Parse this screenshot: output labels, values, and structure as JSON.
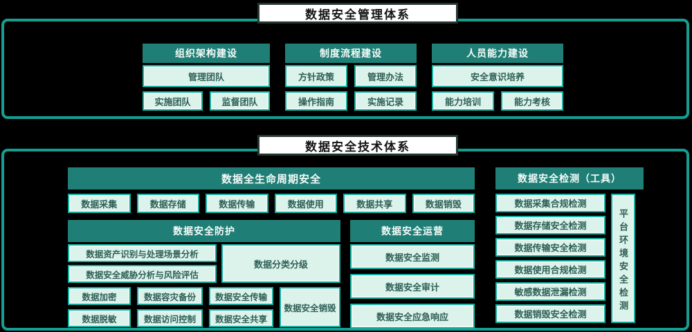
{
  "colors": {
    "background": "#000000",
    "panel_border": "#149e92",
    "header_bg": "#1f7e75",
    "header_text": "#f5fbf9",
    "box_bg": "#dcf3eb",
    "box_border": "#15b1a1",
    "box_text": "#2e5f56",
    "title_bg": "#ffffff",
    "title_border": "#243831",
    "title_text": "#141414"
  },
  "management": {
    "title": "数据安全管理体系",
    "org": {
      "header": "组织架构建设",
      "wide": "管理团队",
      "row": [
        "实施团队",
        "监督团队"
      ]
    },
    "process": {
      "header": "制度流程建设",
      "row1": [
        "方针政策",
        "管理办法"
      ],
      "row2": [
        "操作指南",
        "实施记录"
      ]
    },
    "people": {
      "header": "人员能力建设",
      "wide": "安全意识培养",
      "row": [
        "能力培训",
        "能力考核"
      ]
    }
  },
  "technical": {
    "title": "数据安全技术体系",
    "lifecycle": {
      "header": "数据全生命周期安全",
      "items": [
        "数据采集",
        "数据存储",
        "数据传输",
        "数据使用",
        "数据共享",
        "数据销毁"
      ]
    },
    "protection": {
      "header": "数据安全防护",
      "analysis": [
        "数据资产识别与处理场景分析",
        "数据安全威胁分析与风险评估"
      ],
      "classification": "数据分类分级",
      "grid_cols": [
        {
          "top": "数据加密",
          "bottom": "数据脱敏"
        },
        {
          "top": "数据容灾备份",
          "bottom": "数据访问控制"
        },
        {
          "top": "数据安全传输",
          "bottom": "数据安全共享"
        }
      ],
      "tall": "数据安全销毁"
    },
    "operations": {
      "header": "数据安全运营",
      "items": [
        "数据安全监测",
        "数据安全审计",
        "数据安全应急响应"
      ]
    },
    "detection": {
      "header": "数据安全检测（工具）",
      "items": [
        "数据采集合规检测",
        "数据存储安全检测",
        "数据传输安全检测",
        "数据使用合规检测",
        "敏感数据泄漏检测",
        "数据销毁安全检测"
      ]
    },
    "platform": "平台环境安全检测"
  }
}
